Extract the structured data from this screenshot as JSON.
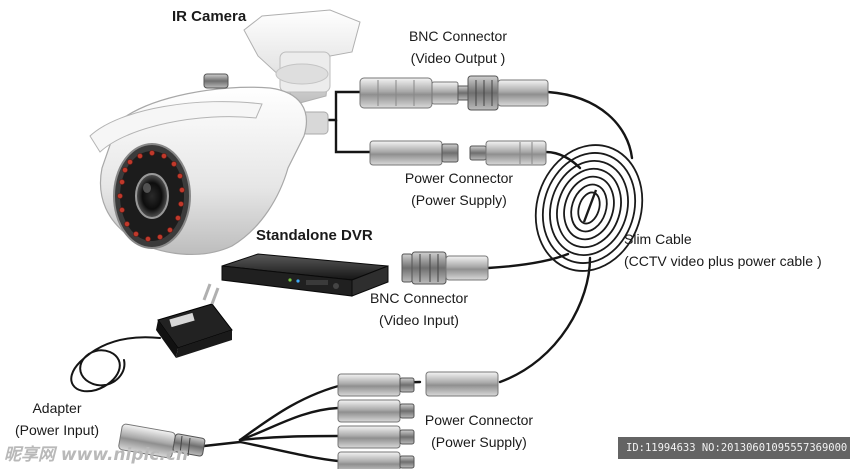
{
  "labels": {
    "ir_camera": "IR Camera",
    "bnc_top_title": "BNC Connector",
    "bnc_top_sub": "(Video Output )",
    "power_top_title": "Power Connector",
    "power_top_sub": "(Power Supply)",
    "dvr": "Standalone DVR",
    "slim_title": "Slim Cable",
    "slim_sub": "(CCTV  video plus power cable )",
    "bnc_mid_title": "BNC Connector",
    "bnc_mid_sub": "(Video Input)",
    "adapter_title": "Adapter",
    "adapter_sub": "(Power Input)",
    "power_bottom_title": "Power Connector",
    "power_bottom_sub": "(Power Supply)"
  },
  "watermark": {
    "left": "昵享网 www.nipic.cn",
    "right": "ID:11994633 NO:20130601095557369000"
  },
  "colors": {
    "cable": "#151515",
    "camera_body": "#e9e9e9",
    "connector_metal": "#b8b8b8",
    "dvr_body": "#1e1e1e",
    "ir_led": "#c0392b"
  }
}
